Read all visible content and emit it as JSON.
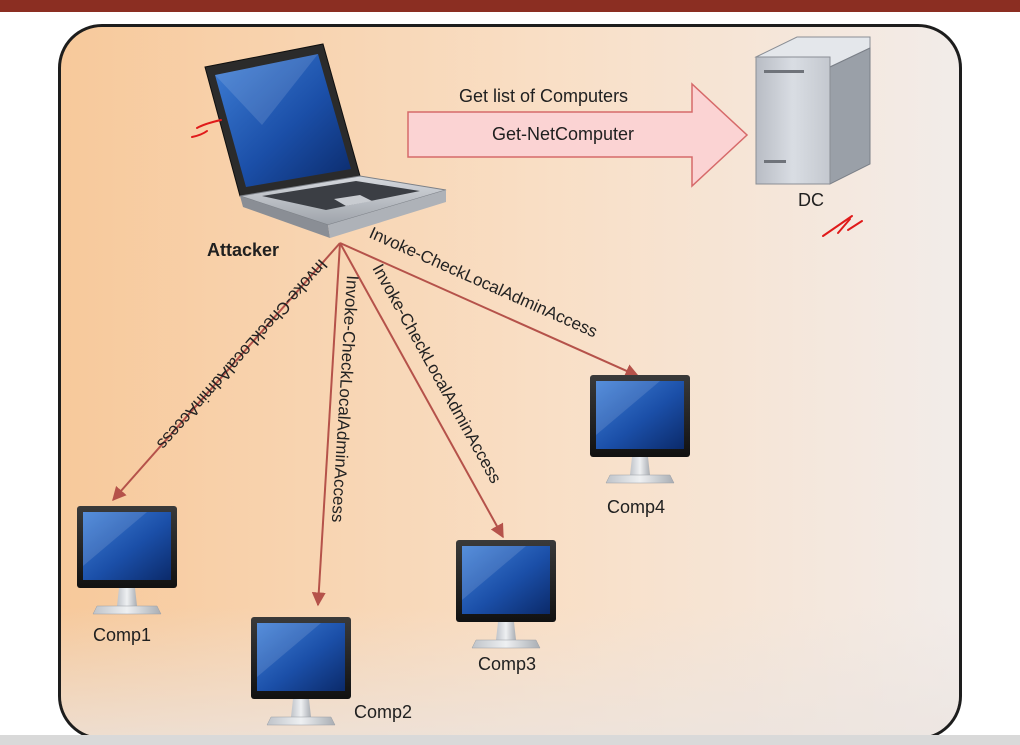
{
  "nodes": {
    "attacker": "Attacker",
    "dc": "DC",
    "comp1": "Comp1",
    "comp2": "Comp2",
    "comp3": "Comp3",
    "comp4": "Comp4"
  },
  "request_arrow": {
    "top_label": "Get list of Computers",
    "bottom_label": "Get-NetComputer"
  },
  "edge_label": "Invoke-CheckLocalAdminAccess",
  "colors": {
    "edge": "#b5524a",
    "annotation": "#e01a1a",
    "arrow_fill": "#fbd3d3",
    "arrow_stroke": "#d66a6a",
    "panel_border": "#1d1d1d",
    "header_bar": "#8b2e22"
  }
}
